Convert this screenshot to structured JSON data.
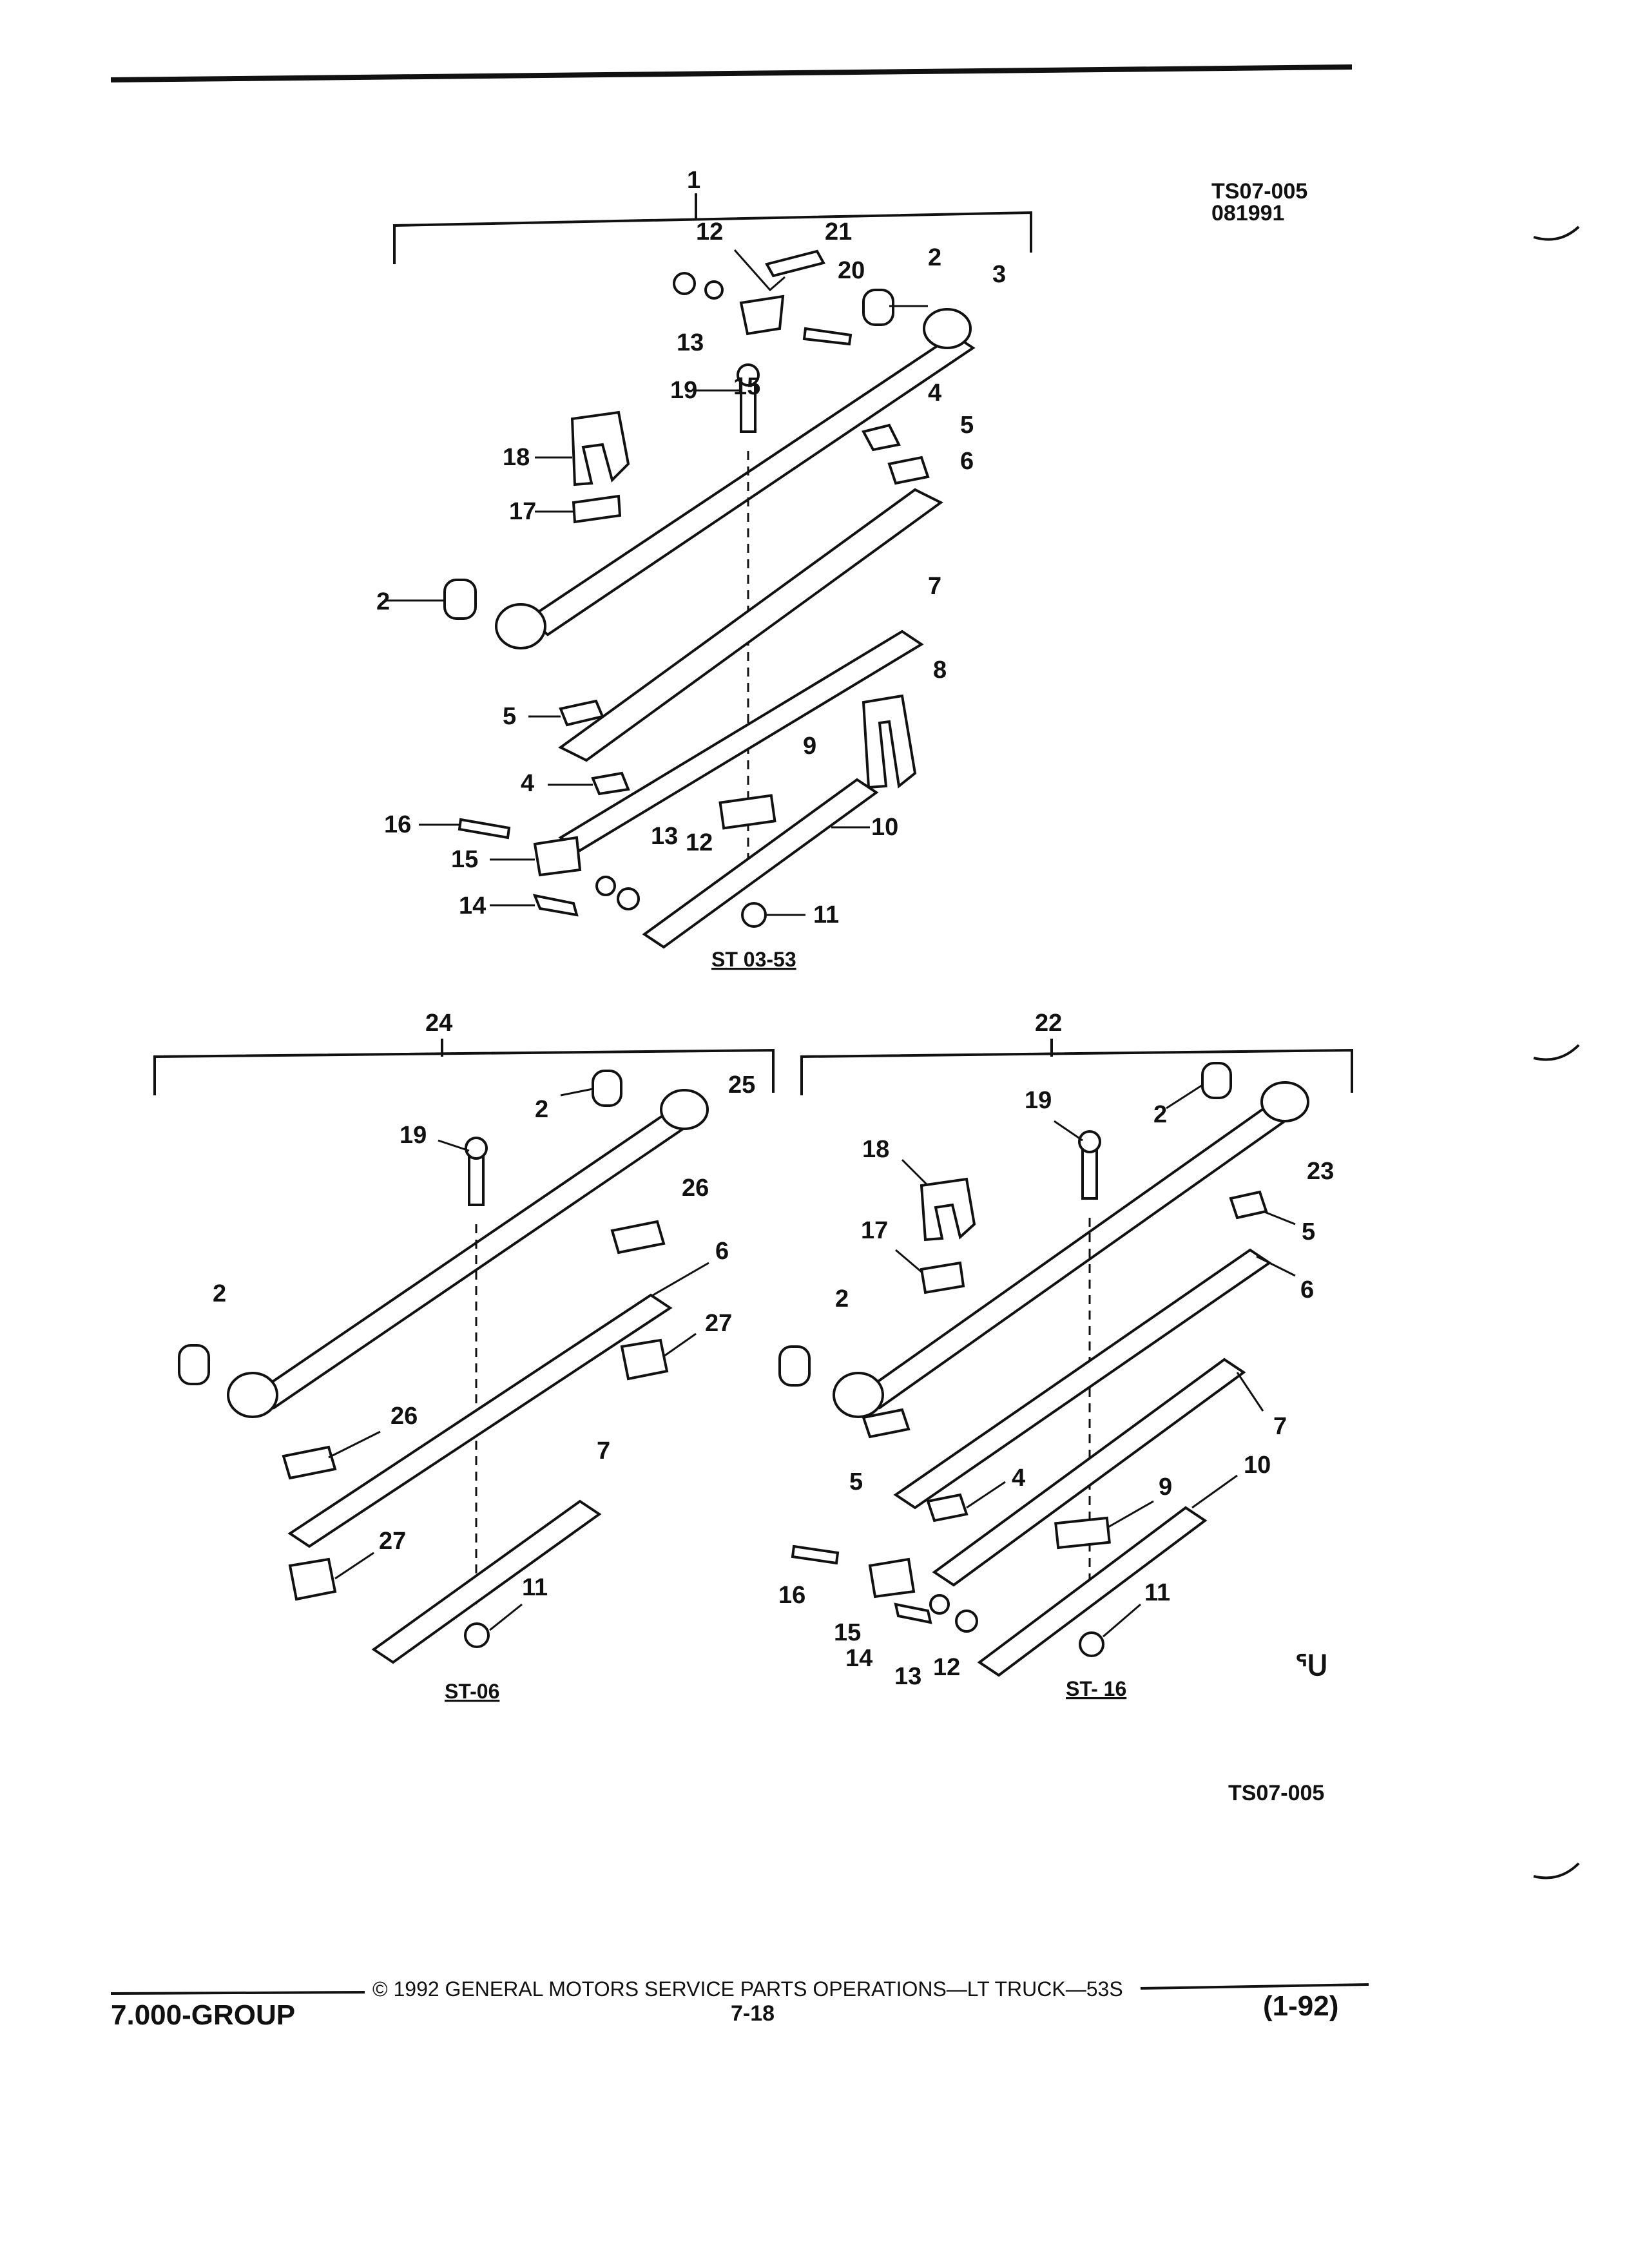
{
  "header": {
    "ref_code": "TS07-005",
    "ref_date": "081991"
  },
  "assemblies": [
    {
      "id": "top",
      "bracket_label": "1",
      "subtitle": "ST 03-53",
      "callouts": [
        "12",
        "21",
        "20",
        "2",
        "3",
        "13",
        "15",
        "19",
        "4",
        "5",
        "6",
        "18",
        "17",
        "2",
        "7",
        "5",
        "8",
        "4",
        "9",
        "16",
        "13",
        "12",
        "10",
        "15",
        "14",
        "11"
      ]
    },
    {
      "id": "left",
      "bracket_label": "24",
      "subtitle": "ST-06",
      "callouts": [
        "2",
        "25",
        "19",
        "26",
        "6",
        "2",
        "27",
        "26",
        "7",
        "27",
        "11"
      ]
    },
    {
      "id": "right",
      "bracket_label": "22",
      "subtitle": "ST- 16",
      "callouts": [
        "2",
        "19",
        "18",
        "23",
        "5",
        "17",
        "6",
        "2",
        "7",
        "10",
        "5",
        "4",
        "9",
        "16",
        "11",
        "15",
        "14",
        "13",
        "12"
      ]
    }
  ],
  "logo_text": "ᕐᑌ",
  "bottom_ref": "TS07-005",
  "footer": {
    "copyright": "© 1992 GENERAL MOTORS SERVICE PARTS OPERATIONS—LT TRUCK—53S",
    "group": "7.000-GROUP",
    "page": "7-18",
    "revision": "(1-92)"
  }
}
